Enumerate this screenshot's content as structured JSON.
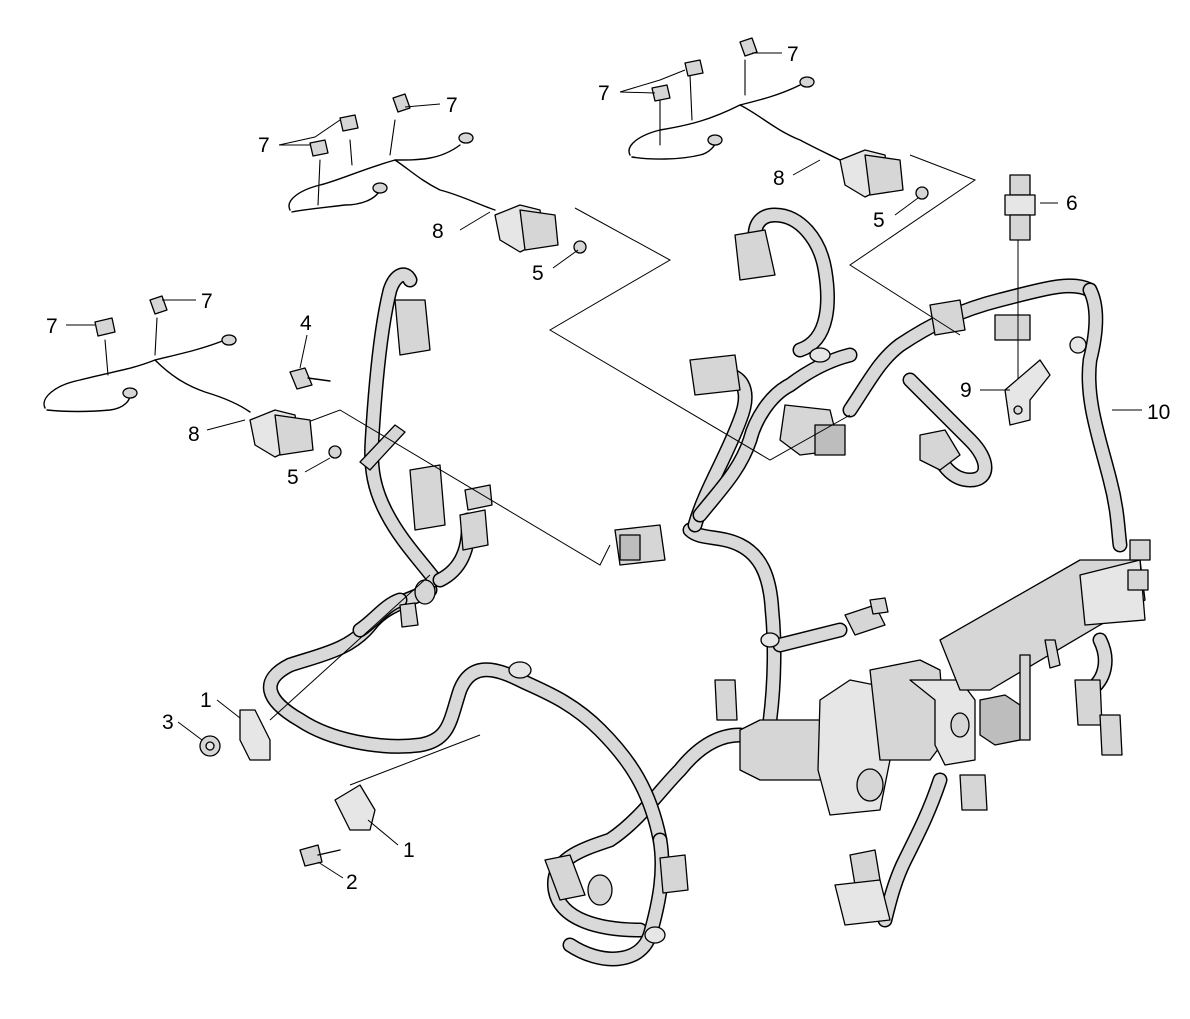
{
  "callouts": {
    "c1a": "1",
    "c1b": "1",
    "c2": "2",
    "c3": "3",
    "c4": "4",
    "c5a": "5",
    "c5b": "5",
    "c5c": "5",
    "c6": "6",
    "c7a": "7",
    "c7b": "7",
    "c7c": "7",
    "c7d": "7",
    "c7e": "7",
    "c7f": "7",
    "c8a": "8",
    "c8b": "8",
    "c8c": "8",
    "c9": "9",
    "c10": "10"
  },
  "colors": {
    "line": "#000000",
    "fill": "#d6d6d6",
    "background": "#ffffff"
  }
}
